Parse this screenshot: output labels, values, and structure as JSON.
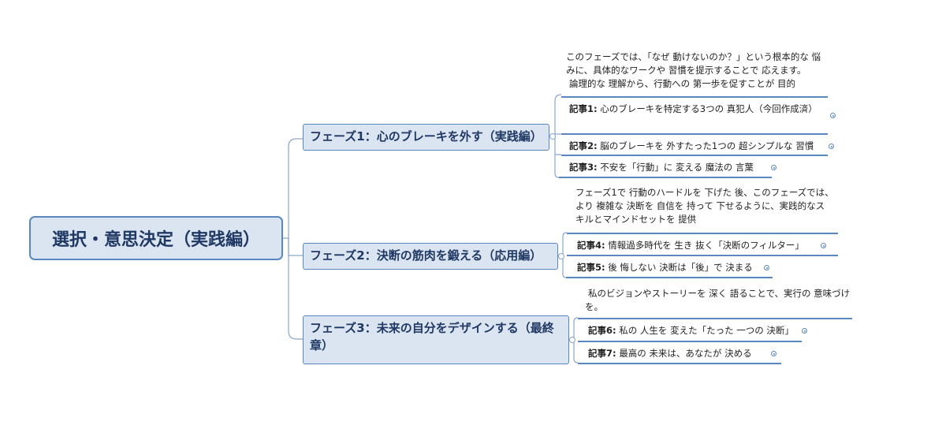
{
  "root": {
    "title": "選択・意思決定（実践編）"
  },
  "phases": [
    {
      "title": "フェーズ1：心のブレーキを外す（実践編）",
      "note": [
        "このフェーズでは、「なぜ 動けないのか？」という根本的な 悩",
        "みに、具体的なワークや 習慣を提示することで 応えます。",
        "論理的な 理解から、行動への 第一歩を促すことが 目的"
      ],
      "articles": [
        {
          "label": "記事1:",
          "text": "心のブレーキを特定する3つの 真犯人（今回作成済）"
        },
        {
          "label": "記事2:",
          "text": "脳のブレーキを 外すたった1つの 超シンプルな 習慣"
        },
        {
          "label": "記事3:",
          "text": "不安を「行動」に 変える 魔法の 言葉"
        }
      ]
    },
    {
      "title": "フェーズ2：決断の筋肉を鍛える（応用編）",
      "note": [
        "フェーズ1で 行動のハードルを 下げた 後、このフェーズでは、",
        "より 複雑な 決断を 自信を 持って 下せるように、実践的なス",
        "キルとマインドセットを 提供"
      ],
      "articles": [
        {
          "label": "記事4:",
          "text": "情報過多時代を 生き 抜く「決断のフィルター」"
        },
        {
          "label": "記事5:",
          "text": "後 悔しない 決断は「後」で 決まる"
        }
      ]
    },
    {
      "title": "フェーズ3：未来の自分をデザインする（最終章）",
      "note": [
        "私のビジョンやストーリーを 深く 語ることで、実行の 意味づけ",
        "を。"
      ],
      "articles": [
        {
          "label": "記事6:",
          "text": "私の 人生を 変えた「たった 一つの 決断」"
        },
        {
          "label": "記事7:",
          "text": "最高の 未来は、あなたが 決める"
        }
      ]
    }
  ]
}
